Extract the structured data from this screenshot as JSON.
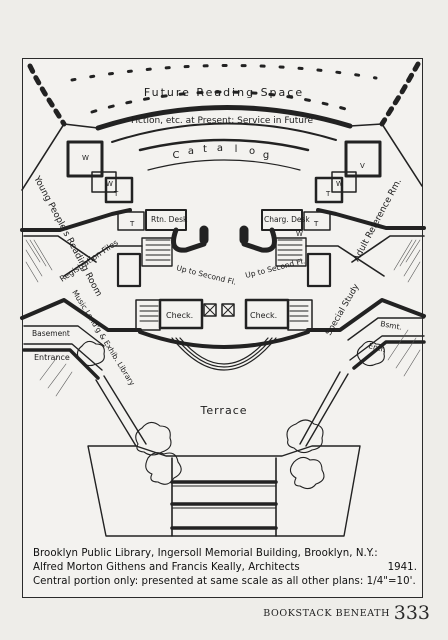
{
  "plan_labels": {
    "future_reading_space": "Future Reading Space",
    "fiction_etc": "Fiction, etc. at Present: Service in Future",
    "catalog": [
      "C",
      "a",
      "t",
      "a",
      "l",
      "o",
      "g"
    ],
    "young_peoples_reading_room": "Young People's Reading Room",
    "adult_reference_rm": "Adult Reference Rm.",
    "registration_files": "Registration Files",
    "music_lending_library": "Music Lend'g & Exhib. Library",
    "special_study": "Special Study",
    "rtn_desk": "Rtn. Desk",
    "charg_desk": "Charg. Desk",
    "up_to_second_fl_left": "Up to Second Fl.",
    "up_to_second_fl_right": "Up to Second Fl.",
    "check_left": "Check.",
    "check_right": "Check.",
    "basement_left": "Basement",
    "basement_right": "Bsmt.",
    "entrance_left": "Entrance",
    "entrance_right": "Entr.",
    "terrace": "Terrace",
    "marks": {
      "w": "W",
      "t": "T",
      "v": "V"
    }
  },
  "caption": {
    "line1": "Brooklyn Public Library, Ingersoll Memorial Building, Brooklyn, N.Y.:",
    "line2_left": "Alfred Morton Githens and Francis Keally, Architects",
    "line2_right": "1941.",
    "line3": "Central portion only: presented at same scale as all other plans: 1/4\"=10'."
  },
  "footer": {
    "running_head": "BOOKSTACK BENEATH",
    "separator": "·",
    "page_number": "333"
  }
}
